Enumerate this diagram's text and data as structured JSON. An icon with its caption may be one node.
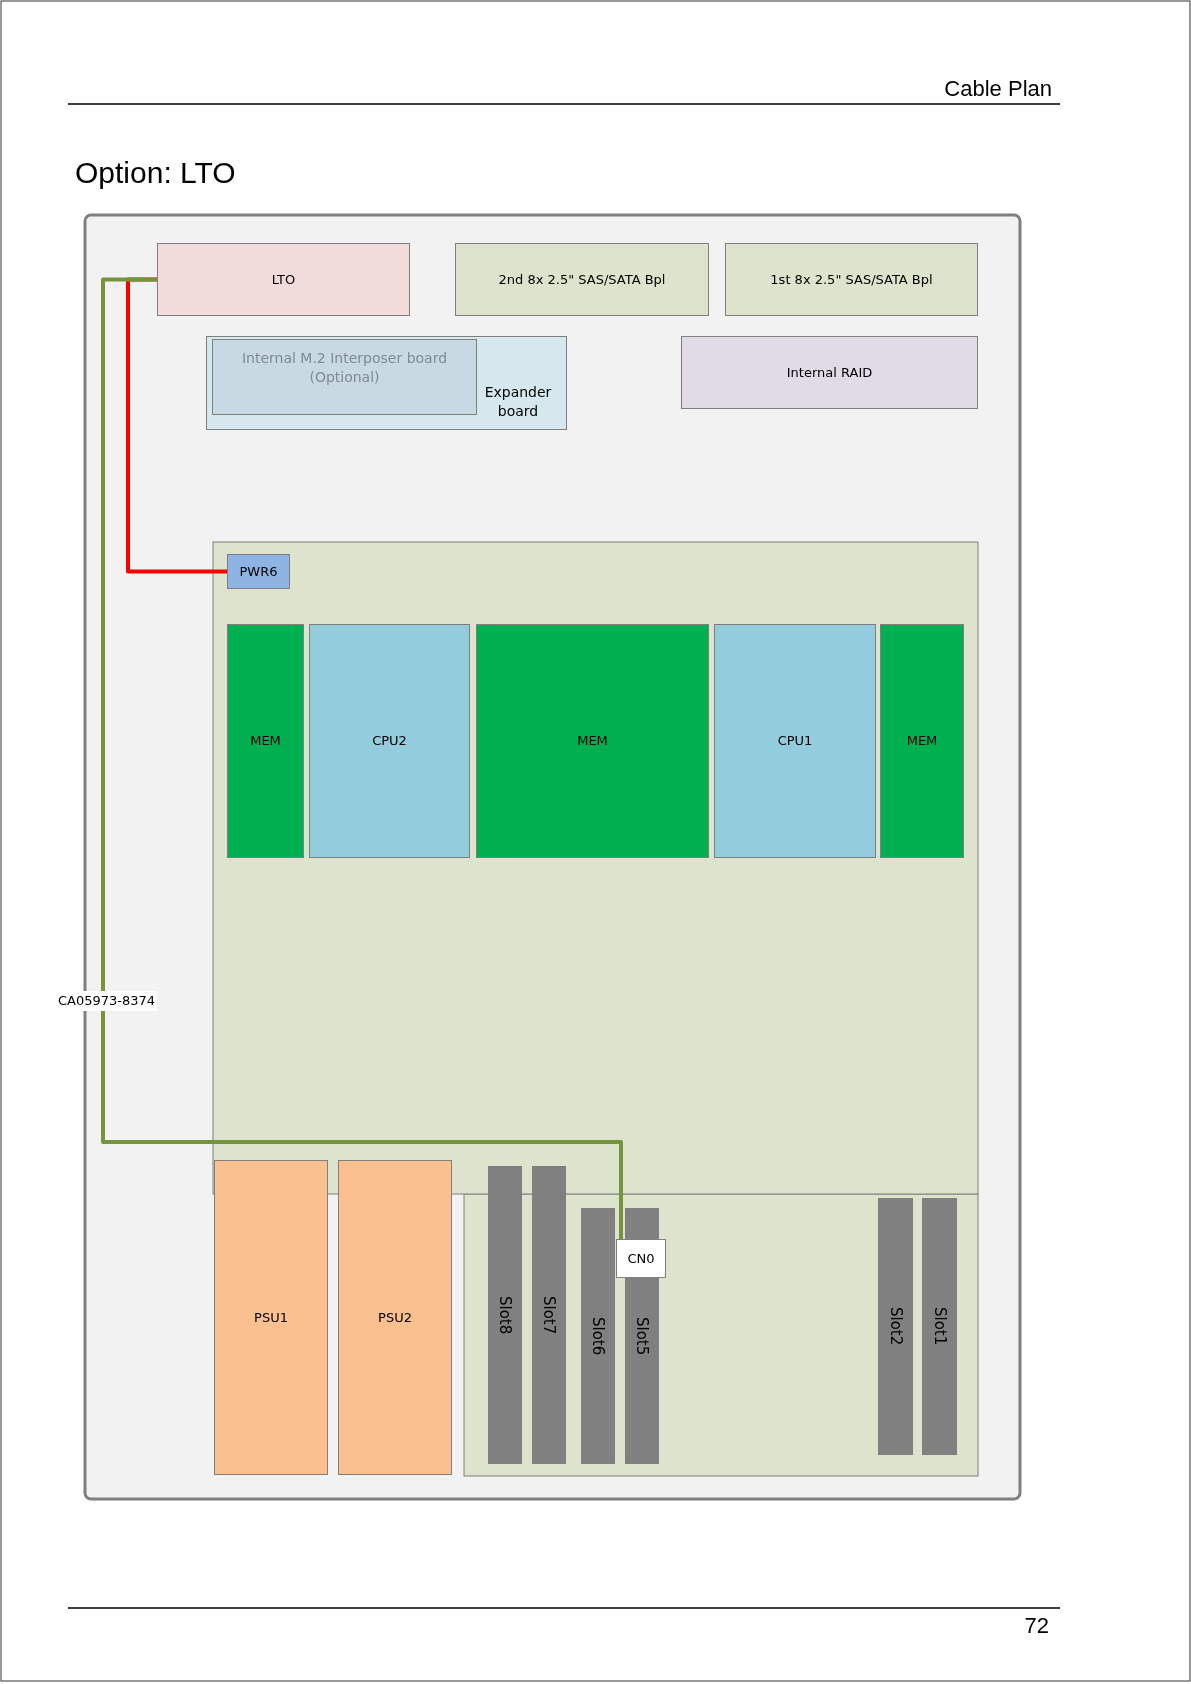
{
  "diagram": {
    "title": "Option: LTO",
    "nodes": [
      {
        "text": [
          "LTO"
        ]
      },
      {
        "text": [
          "2nd 8x  2.5\" SAS/SATA Bpl"
        ]
      },
      {
        "text": [
          "1st 8x  2.5\" SAS/SATA Bpl"
        ]
      },
      {
        "text": [
          "Expander board"
        ]
      },
      {
        "text": [
          "Internal M.2 Interposer board (Optional)"
        ],
        "in": 3
      },
      {
        "text": [
          "Internal RAID"
        ]
      },
      {
        "text": [
          "PWR6"
        ]
      },
      {
        "text": [
          "MEM"
        ]
      },
      {
        "text": [
          "CPU2"
        ]
      },
      {
        "text": [
          "MEM"
        ]
      },
      {
        "text": [
          "CPU1"
        ]
      },
      {
        "text": [
          "MEM"
        ]
      },
      {
        "text": [
          "PSU1"
        ]
      },
      {
        "text": [
          "PSU2"
        ]
      },
      {
        "text": [
          "Slot8"
        ]
      },
      {
        "text": [
          "Slot7"
        ]
      },
      {
        "text": [
          "Slot6"
        ]
      },
      {
        "text": [
          "Slot5"
        ]
      },
      {
        "text": [
          "CN0"
        ]
      },
      {
        "text": [
          "Slot2"
        ]
      },
      {
        "text": [
          "Slot1"
        ]
      }
    ],
    "edges": [
      {
        "from": 0,
        "to": 6,
        "arrow": "none",
        "color": "#ff0000"
      },
      {
        "from": 0,
        "to": 18,
        "arrow": "none",
        "color": "#77933c",
        "label": "CA05973-8374"
      }
    ],
    "labels": [
      "Cable Plan",
      "72"
    ]
  }
}
